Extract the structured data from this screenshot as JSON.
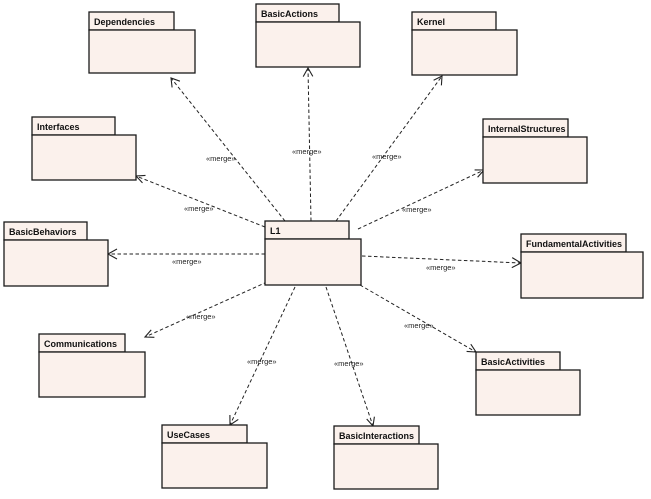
{
  "diagram": {
    "central_package": {
      "name": "L1"
    },
    "packages": [
      {
        "id": "dependencies",
        "name": "Dependencies"
      },
      {
        "id": "basicactions",
        "name": "BasicActions"
      },
      {
        "id": "kernel",
        "name": "Kernel"
      },
      {
        "id": "interfaces",
        "name": "Interfaces"
      },
      {
        "id": "internalstructures",
        "name": "InternalStructures"
      },
      {
        "id": "basicbehaviors",
        "name": "BasicBehaviors"
      },
      {
        "id": "fundamentalactivities",
        "name": "FundamentalActivities"
      },
      {
        "id": "communications",
        "name": "Communications"
      },
      {
        "id": "basicactivities",
        "name": "BasicActivities"
      },
      {
        "id": "usecases",
        "name": "UseCases"
      },
      {
        "id": "basicinteractions",
        "name": "BasicInteractions"
      }
    ],
    "dependencies": [
      {
        "from": "L1",
        "to": "Dependencies",
        "stereotype": "«merge»"
      },
      {
        "from": "L1",
        "to": "BasicActions",
        "stereotype": "«merge»"
      },
      {
        "from": "L1",
        "to": "Kernel",
        "stereotype": "«merge»"
      },
      {
        "from": "L1",
        "to": "Interfaces",
        "stereotype": "«merge»"
      },
      {
        "from": "L1",
        "to": "InternalStructures",
        "stereotype": "«merge»"
      },
      {
        "from": "L1",
        "to": "BasicBehaviors",
        "stereotype": "«merge»"
      },
      {
        "from": "L1",
        "to": "FundamentalActivities",
        "stereotype": "«merge»"
      },
      {
        "from": "L1",
        "to": "Communications",
        "stereotype": "«merge»"
      },
      {
        "from": "L1",
        "to": "BasicActivities",
        "stereotype": "«merge»"
      },
      {
        "from": "L1",
        "to": "UseCases",
        "stereotype": "«merge»"
      },
      {
        "from": "L1",
        "to": "BasicInteractions",
        "stereotype": "«merge»"
      }
    ]
  }
}
